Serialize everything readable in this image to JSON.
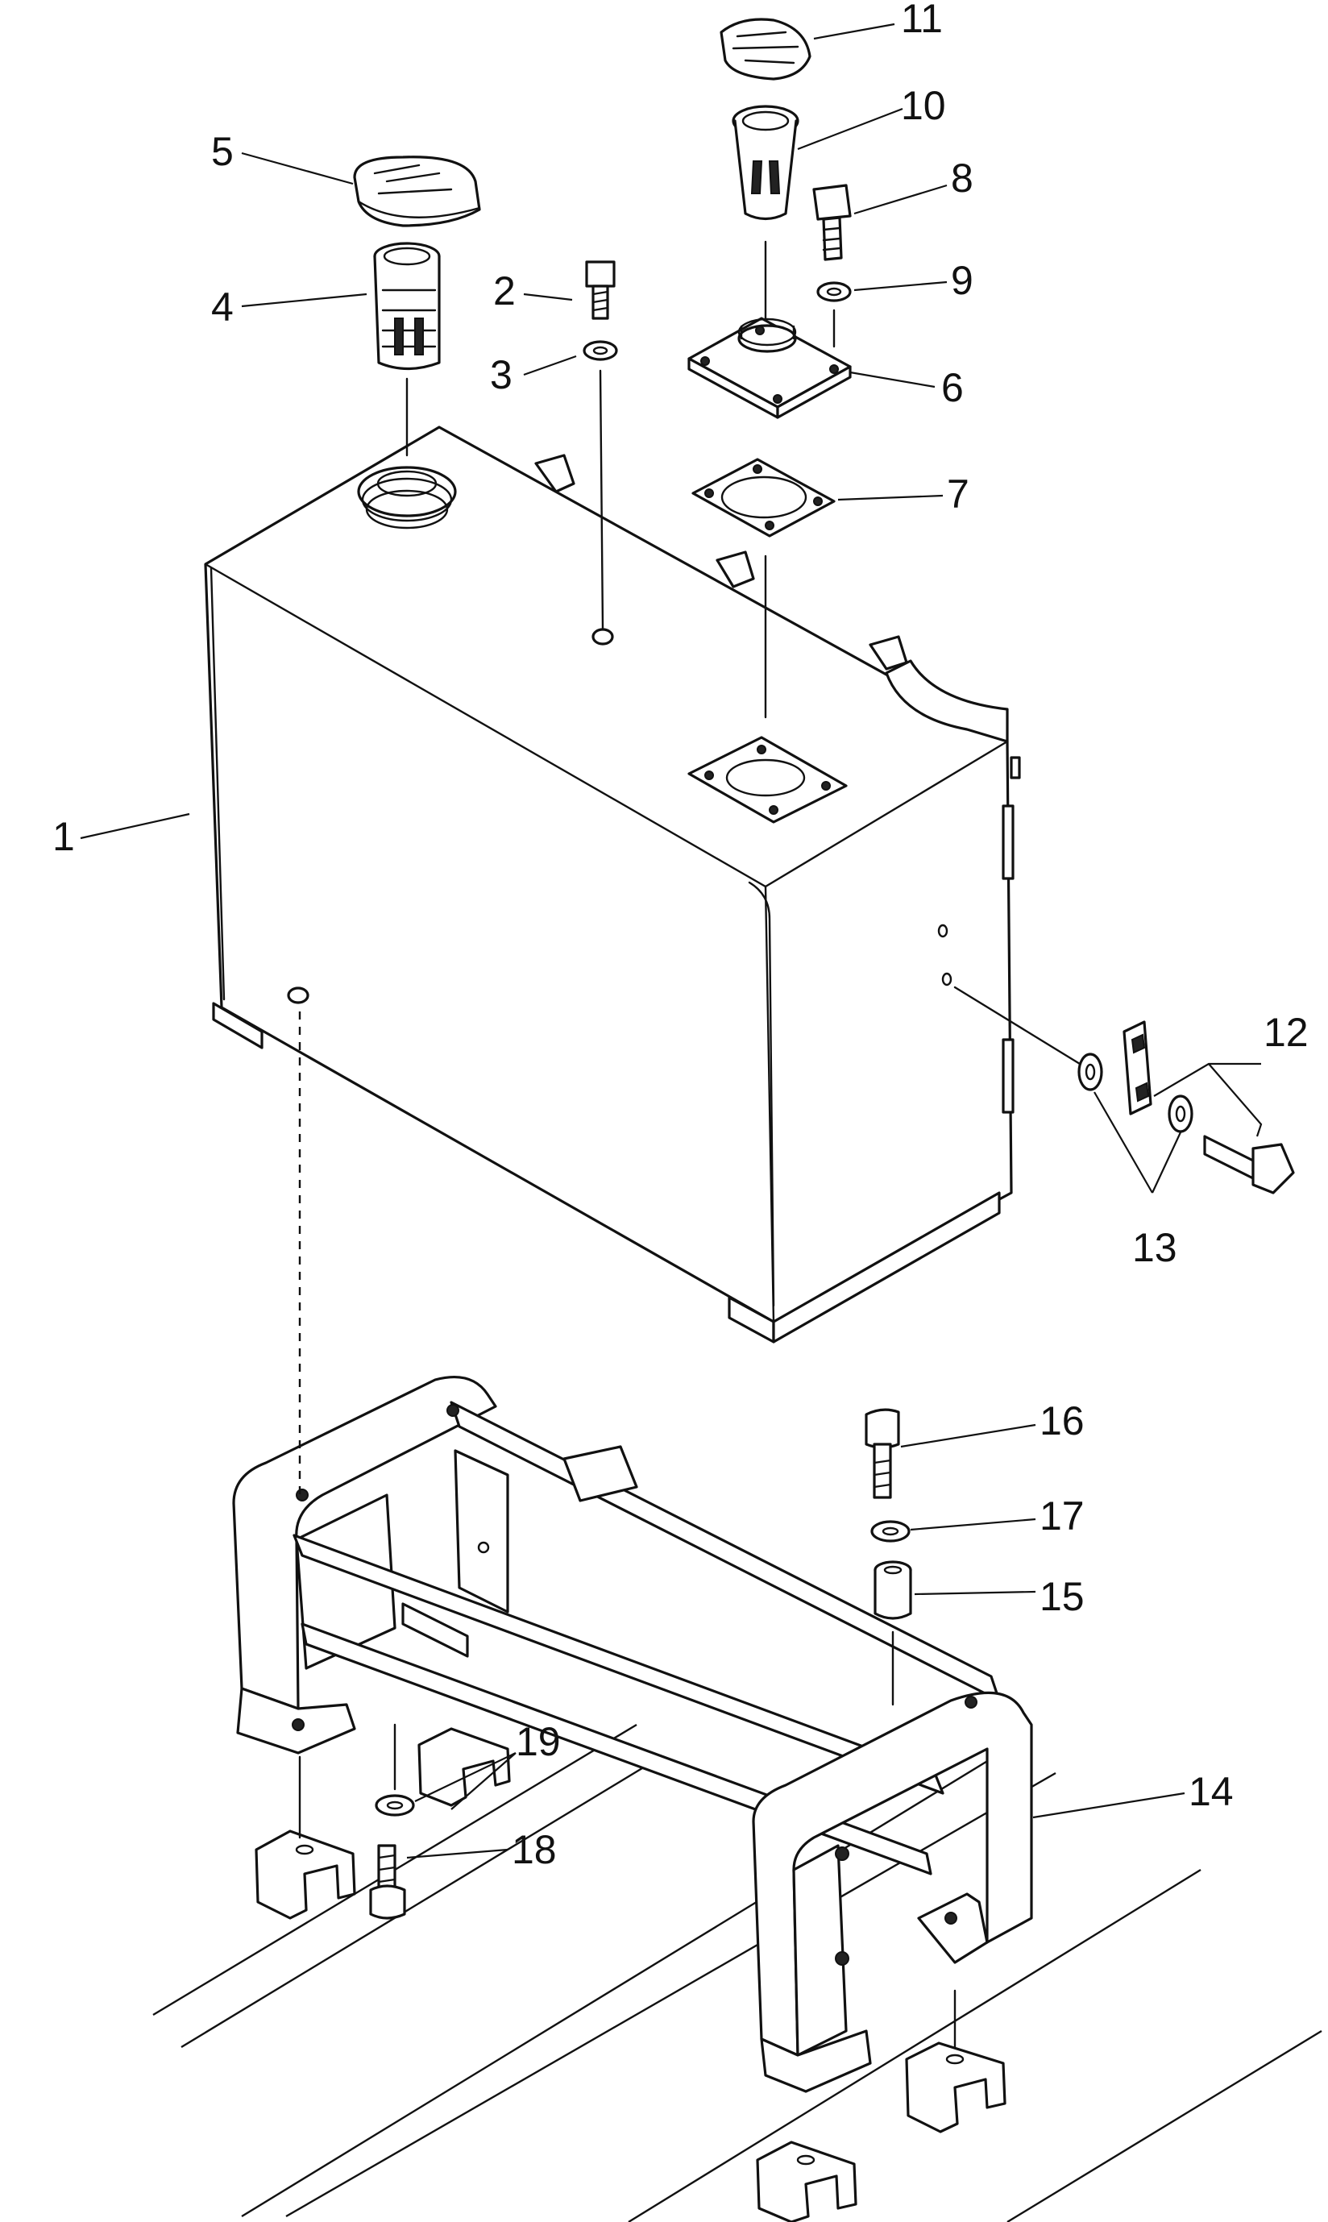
{
  "callouts": [
    "1",
    "2",
    "3",
    "4",
    "5",
    "6",
    "7",
    "8",
    "9",
    "10",
    "11",
    "12",
    "13",
    "14",
    "15",
    "16",
    "17",
    "18",
    "19"
  ],
  "parts": {
    "tank": "1",
    "plug": "2",
    "plug_washer": "3",
    "oil_strainer": "4",
    "oil_cap": "5",
    "flange": "6",
    "gasket": "7",
    "flange_bolt": "8",
    "flange_washer": "9",
    "filler_strainer": "10",
    "filler_cap": "11",
    "gauge": "12",
    "gauge_washers": "13",
    "bracket": "14",
    "spacer": "15",
    "mount_bolt": "16",
    "mount_washer": "17",
    "lower_bolt": "18",
    "lower_washer": "19"
  }
}
